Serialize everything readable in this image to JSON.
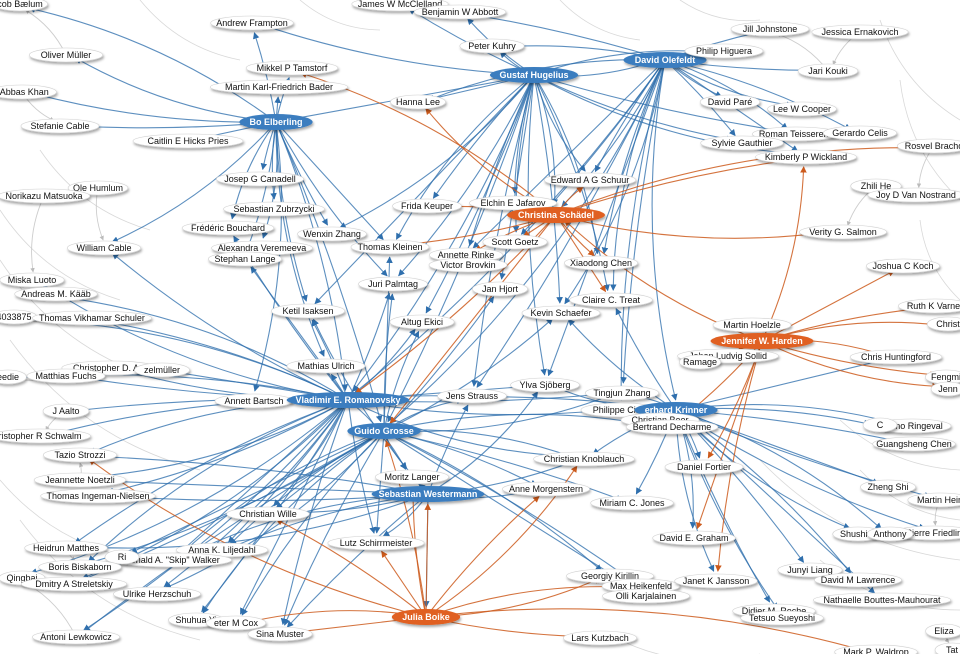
{
  "colors": {
    "hub_blue": "#3a7dbf",
    "hub_orange": "#e06020",
    "edge_blue": "#2f6fad",
    "edge_orange": "#cc5a1c",
    "edge_gray": "#c8c8c8",
    "node_fill": "#ffffff",
    "node_text": "#111111",
    "hub_text": "#ffffff"
  },
  "nodes": [
    {
      "id": "jacob-baelum",
      "label": "cob Bælum",
      "kind": "plain"
    },
    {
      "id": "andrew-frampton",
      "label": "Andrew Frampton",
      "kind": "plain"
    },
    {
      "id": "james-mcclelland",
      "label": "James W McClelland",
      "kind": "plain"
    },
    {
      "id": "benjamin-abbott",
      "label": "Benjamin W Abbott",
      "kind": "plain"
    },
    {
      "id": "jill-johnstone",
      "label": "Jill Johnstone",
      "kind": "plain"
    },
    {
      "id": "jessica-ernakovich",
      "label": "Jessica Ernakovich",
      "kind": "plain"
    },
    {
      "id": "oliver-muller",
      "label": "Oliver Müller",
      "kind": "plain"
    },
    {
      "id": "peter-kuhry",
      "label": "Peter Kuhry",
      "kind": "plain"
    },
    {
      "id": "gustaf-hugelius",
      "label": "Gustaf Hugelius",
      "kind": "hub-blue"
    },
    {
      "id": "david-olefeldt",
      "label": "David Olefeldt",
      "kind": "hub-blue"
    },
    {
      "id": "philip-higuera",
      "label": "Philip Higuera",
      "kind": "plain"
    },
    {
      "id": "jari-kouki",
      "label": "Jari Kouki",
      "kind": "plain"
    },
    {
      "id": "mikkel-tamstorf",
      "label": "Mikkel P Tamstorf",
      "kind": "plain"
    },
    {
      "id": "abbas-khan",
      "label": "t Abbas Khan",
      "kind": "plain"
    },
    {
      "id": "martin-bader",
      "label": "Martin Karl-Friedrich Bader",
      "kind": "plain"
    },
    {
      "id": "hanna-lee",
      "label": "Hanna Lee",
      "kind": "plain"
    },
    {
      "id": "david-pare",
      "label": "David Paré",
      "kind": "plain"
    },
    {
      "id": "lee-cooper",
      "label": "Lee W Cooper",
      "kind": "plain"
    },
    {
      "id": "stefanie-cable",
      "label": "Stefanie Cable",
      "kind": "plain"
    },
    {
      "id": "bo-elberling",
      "label": "Bo Elberling",
      "kind": "hub-blue"
    },
    {
      "id": "roman-teisserenc",
      "label": "Roman Teisserenc",
      "kind": "plain"
    },
    {
      "id": "gerardo-celis",
      "label": "Gerardo Celis",
      "kind": "plain"
    },
    {
      "id": "caitlin-pries",
      "label": "Caitlin E Hicks Pries",
      "kind": "plain"
    },
    {
      "id": "sylvie-gauthier",
      "label": "Sylvie Gauthier",
      "kind": "plain"
    },
    {
      "id": "rosvel-bracho",
      "label": "Rosvel Bracho",
      "kind": "plain"
    },
    {
      "id": "kimberly-wickland",
      "label": "Kimberly P Wickland",
      "kind": "plain"
    },
    {
      "id": "josep-canadell",
      "label": "Josep G Canadell",
      "kind": "plain"
    },
    {
      "id": "edward-schuur",
      "label": "Edward A G Schuur",
      "kind": "plain"
    },
    {
      "id": "ole-humlum",
      "label": "Ole Humlum",
      "kind": "plain"
    },
    {
      "id": "zhili-he",
      "label": "Zhili He",
      "kind": "plain"
    },
    {
      "id": "norikazu-matsuoka",
      "label": "Norikazu Matsuoka",
      "kind": "plain"
    },
    {
      "id": "joy-van-nostrand",
      "label": "Joy D Van Nostrand",
      "kind": "plain"
    },
    {
      "id": "sebastian-zubrzycki",
      "label": "Sebastian Zubrzycki",
      "kind": "plain"
    },
    {
      "id": "frida-keuper",
      "label": "Frida Keuper",
      "kind": "plain"
    },
    {
      "id": "elchin-jafarov",
      "label": "Elchin E Jafarov",
      "kind": "plain"
    },
    {
      "id": "christina-schadel",
      "label": "Christina Schädel",
      "kind": "hub-orange"
    },
    {
      "id": "frederic-bouchard",
      "label": "Frédéric Bouchard",
      "kind": "plain"
    },
    {
      "id": "wenxin-zhang",
      "label": "Wenxin Zhang",
      "kind": "plain"
    },
    {
      "id": "verity-salmon",
      "label": "Verity G. Salmon",
      "kind": "plain"
    },
    {
      "id": "william-cable",
      "label": "William Cable",
      "kind": "plain"
    },
    {
      "id": "alexandra-veremeeva",
      "label": "Alexandra Veremeeva",
      "kind": "plain"
    },
    {
      "id": "thomas-kleinen",
      "label": "Thomas Kleinen",
      "kind": "plain"
    },
    {
      "id": "scott-goetz",
      "label": "Scott Goetz",
      "kind": "plain"
    },
    {
      "id": "stephan-lange",
      "label": "Stephan Lange",
      "kind": "plain"
    },
    {
      "id": "annette-rinke",
      "label": "Annette Rinke",
      "kind": "plain"
    },
    {
      "id": "victor-brovkin",
      "label": "Victor Brovkin",
      "kind": "plain"
    },
    {
      "id": "xiaodong-chen",
      "label": "Xiaodong Chen",
      "kind": "plain"
    },
    {
      "id": "joshua-koch",
      "label": "Joshua C Koch",
      "kind": "plain"
    },
    {
      "id": "miska-luoto",
      "label": "Miska Luoto",
      "kind": "plain"
    },
    {
      "id": "andreas-kaab",
      "label": "Andreas M. Kääb",
      "kind": "plain"
    },
    {
      "id": "juri-palmtag",
      "label": "Juri Palmtag",
      "kind": "plain"
    },
    {
      "id": "jan-hjort",
      "label": "Jan Hjort",
      "kind": "plain"
    },
    {
      "id": "claire-treat",
      "label": "Claire C. Treat",
      "kind": "plain"
    },
    {
      "id": "ruth-varner",
      "label": "Ruth K Varner",
      "kind": "plain"
    },
    {
      "id": "id-4033875",
      "label": "4033875",
      "kind": "plain"
    },
    {
      "id": "thomas-schuler",
      "label": "Thomas Vikhamar Schuler",
      "kind": "plain"
    },
    {
      "id": "ketil-isaksen",
      "label": "Ketil Isaksen",
      "kind": "plain"
    },
    {
      "id": "kevin-schaefer",
      "label": "Kevin Schaefer",
      "kind": "plain"
    },
    {
      "id": "christ-edge",
      "label": "Christ",
      "kind": "plain"
    },
    {
      "id": "altug-ekici",
      "label": "Altug Ekici",
      "kind": "plain"
    },
    {
      "id": "martin-hoelzle",
      "label": "Martin Hoelzle",
      "kind": "plain"
    },
    {
      "id": "jennifer-harden",
      "label": "Jennifer W. Harden",
      "kind": "hub-orange"
    },
    {
      "id": "johan-sollid",
      "label": "Johan Ludvig Sollid",
      "kind": "plain"
    },
    {
      "id": "ramage",
      "label": "Ramage",
      "kind": "plain"
    },
    {
      "id": "chris-huntingford",
      "label": "Chris Huntingford",
      "kind": "plain"
    },
    {
      "id": "christopher-arp",
      "label": "Christopher D. Arp",
      "kind": "plain"
    },
    {
      "id": "mathias-ulrich",
      "label": "Mathias Ulrich",
      "kind": "plain"
    },
    {
      "id": "fengming",
      "label": "Fengmi",
      "kind": "plain"
    },
    {
      "id": "reedie",
      "label": "eedie",
      "kind": "plain"
    },
    {
      "id": "matthias-fuchs",
      "label": "Matthias Fuchs",
      "kind": "plain"
    },
    {
      "id": "zelmuller",
      "label": "zelmüller",
      "kind": "plain"
    },
    {
      "id": "jenn-edge",
      "label": "Jenn",
      "kind": "plain"
    },
    {
      "id": "ylva-sjoberg",
      "label": "Ylva Sjöberg",
      "kind": "plain"
    },
    {
      "id": "tingjun-zhang",
      "label": "Tingjun Zhang",
      "kind": "plain"
    },
    {
      "id": "annett-bartsch",
      "label": "Annett Bartsch",
      "kind": "plain"
    },
    {
      "id": "vladimir-romanovsky",
      "label": "Vladimir E. Romanovsky",
      "kind": "hub-blue"
    },
    {
      "id": "jens-strauss",
      "label": "Jens Strauss",
      "kind": "plain"
    },
    {
      "id": "philippe-ciais",
      "label": "Philippe Ciais",
      "kind": "plain"
    },
    {
      "id": "gerhard-krinner",
      "label": "erhard Krinner",
      "kind": "hub-blue"
    },
    {
      "id": "j-aalto",
      "label": "J Aalto",
      "kind": "plain"
    },
    {
      "id": "christian-beer",
      "label": "Christian Beer",
      "kind": "plain"
    },
    {
      "id": "bruno-ringeval",
      "label": "Bruno Ringeval",
      "kind": "plain"
    },
    {
      "id": "c-edge",
      "label": "C",
      "kind": "plain"
    },
    {
      "id": "christopher-schwalm",
      "label": "ristopher R Schwalm",
      "kind": "plain"
    },
    {
      "id": "guido-grosse",
      "label": "Guido Grosse",
      "kind": "hub-blue"
    },
    {
      "id": "bertrand-decharme",
      "label": "Bertrand Decharme",
      "kind": "plain"
    },
    {
      "id": "guangsheng-chen",
      "label": "Guangsheng Chen",
      "kind": "plain"
    },
    {
      "id": "tazio-strozzi",
      "label": "Tazio Strozzi",
      "kind": "plain"
    },
    {
      "id": "christian-knoblauch",
      "label": "Christian Knoblauch",
      "kind": "plain"
    },
    {
      "id": "daniel-fortier",
      "label": "Daniel Fortier",
      "kind": "plain"
    },
    {
      "id": "jeannette-noetzli",
      "label": "Jeannette Noetzli",
      "kind": "plain"
    },
    {
      "id": "moritz-langer",
      "label": "Moritz Langer",
      "kind": "plain"
    },
    {
      "id": "zheng-shi",
      "label": "Zheng Shi",
      "kind": "plain"
    },
    {
      "id": "thomas-ingeman-nielsen",
      "label": "Thomas Ingeman-Nielsen",
      "kind": "plain"
    },
    {
      "id": "anne-morgenstern",
      "label": "Anne Morgenstern",
      "kind": "plain"
    },
    {
      "id": "sebastian-westermann",
      "label": "Sebastian Westermann",
      "kind": "hub-blue"
    },
    {
      "id": "martin-heimann",
      "label": "Martin Hein",
      "kind": "plain"
    },
    {
      "id": "miriam-jones",
      "label": "Miriam C. Jones",
      "kind": "plain"
    },
    {
      "id": "christian-wille",
      "label": "Christian Wille",
      "kind": "plain"
    },
    {
      "id": "pierre-friedlingstein",
      "label": "Pierre Friedlin",
      "kind": "plain"
    },
    {
      "id": "shushi-peng",
      "label": "Shushi P",
      "kind": "plain"
    },
    {
      "id": "anthony",
      "label": "Anthony",
      "kind": "plain"
    },
    {
      "id": "heidrun-matthes",
      "label": "Heidrun Matthes",
      "kind": "plain"
    },
    {
      "id": "anna-liljedahl",
      "label": "Anna K. Liljedahl",
      "kind": "plain"
    },
    {
      "id": "david-graham",
      "label": "David E. Graham",
      "kind": "plain"
    },
    {
      "id": "lutz-schirrmeister",
      "label": "Lutz Schirrmeister",
      "kind": "plain"
    },
    {
      "id": "donald-walker",
      "label": "Donald A. \"Skip\" Walker",
      "kind": "plain"
    },
    {
      "id": "ri-edge",
      "label": "Ri",
      "kind": "plain"
    },
    {
      "id": "boris-biskaborn",
      "label": "Boris Biskaborn",
      "kind": "plain"
    },
    {
      "id": "junyi-liang",
      "label": "Junyi Liang",
      "kind": "plain"
    },
    {
      "id": "qingbai",
      "label": "Qingbai",
      "kind": "plain"
    },
    {
      "id": "dmitry-streletskiy",
      "label": "Dmitry A Streletskiy",
      "kind": "plain"
    },
    {
      "id": "georgiy-kirillin",
      "label": "Georgiy Kirillin",
      "kind": "plain"
    },
    {
      "id": "max-heikenfeld",
      "label": "Max Heikenfeld",
      "kind": "plain"
    },
    {
      "id": "david-lawrence",
      "label": "David M Lawrence",
      "kind": "plain"
    },
    {
      "id": "ulrike-herzschuh",
      "label": "Ulrike Herzschuh",
      "kind": "plain"
    },
    {
      "id": "janet-jansson",
      "label": "Janet K Jansson",
      "kind": "plain"
    },
    {
      "id": "olli-karjalainen",
      "label": "Olli Karjalainen",
      "kind": "plain"
    },
    {
      "id": "nathaelle-bouttes",
      "label": "Nathaelle Bouttes-Mauhourat",
      "kind": "plain"
    },
    {
      "id": "shuhua-yi",
      "label": "Shuhua Yi",
      "kind": "plain"
    },
    {
      "id": "peter-cox",
      "label": "eter M Cox",
      "kind": "plain"
    },
    {
      "id": "didier-roche",
      "label": "Didier M. Roche",
      "kind": "plain"
    },
    {
      "id": "tetsuo-sueyoshi",
      "label": "Tetsuo Sueyoshi",
      "kind": "plain"
    },
    {
      "id": "julia-boike",
      "label": "Julia Boike",
      "kind": "hub-orange"
    },
    {
      "id": "elizaveta",
      "label": "Eliza",
      "kind": "plain"
    },
    {
      "id": "antoni-lewkowicz",
      "label": "Antoni Lewkowicz",
      "kind": "plain"
    },
    {
      "id": "sina-muster",
      "label": "Sina Muster",
      "kind": "plain"
    },
    {
      "id": "lars-kutzbach",
      "label": "Lars Kutzbach",
      "kind": "plain"
    },
    {
      "id": "tat-edge",
      "label": "Tat",
      "kind": "plain"
    },
    {
      "id": "mark-waldrop",
      "label": "Mark P. Waldrop",
      "kind": "plain"
    }
  ]
}
